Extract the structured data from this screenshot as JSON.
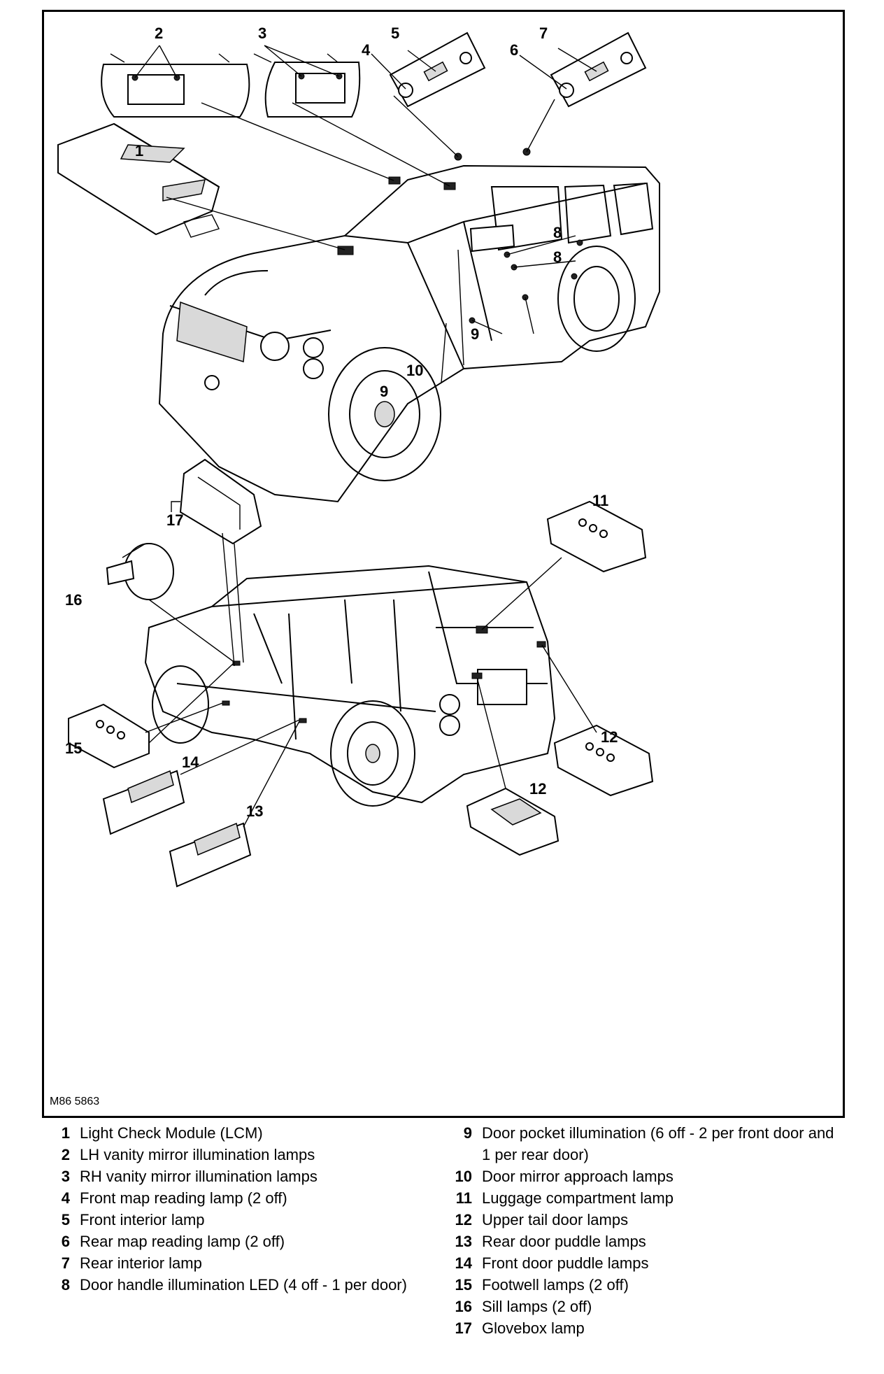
{
  "figure_id": "M86 5863",
  "callouts": [
    "1",
    "2",
    "3",
    "4",
    "5",
    "6",
    "7",
    "8",
    "8",
    "9",
    "9",
    "10",
    "11",
    "12",
    "12",
    "13",
    "14",
    "15",
    "16",
    "17"
  ],
  "legend": [
    {
      "num": "1",
      "text": "Light Check Module (LCM)"
    },
    {
      "num": "2",
      "text": "LH vanity mirror illumination lamps"
    },
    {
      "num": "3",
      "text": "RH vanity mirror illumination lamps"
    },
    {
      "num": "4",
      "text": "Front map reading lamp (2 off)"
    },
    {
      "num": "5",
      "text": "Front interior lamp"
    },
    {
      "num": "6",
      "text": "Rear map reading lamp (2 off)"
    },
    {
      "num": "7",
      "text": "Rear interior lamp"
    },
    {
      "num": "8",
      "text": "Door handle illumination LED (4 off - 1 per door)"
    },
    {
      "num": "9",
      "text": "Door pocket illumination (6 off - 2 per front door and 1 per rear door)"
    },
    {
      "num": "10",
      "text": "Door mirror approach lamps"
    },
    {
      "num": "11",
      "text": "Luggage compartment lamp"
    },
    {
      "num": "12",
      "text": "Upper tail door lamps"
    },
    {
      "num": "13",
      "text": "Rear door puddle lamps"
    },
    {
      "num": "14",
      "text": "Front door puddle lamps"
    },
    {
      "num": "15",
      "text": "Footwell lamps (2 off)"
    },
    {
      "num": "16",
      "text": "Sill lamps (2 off)"
    },
    {
      "num": "17",
      "text": "Glovebox lamp"
    }
  ]
}
